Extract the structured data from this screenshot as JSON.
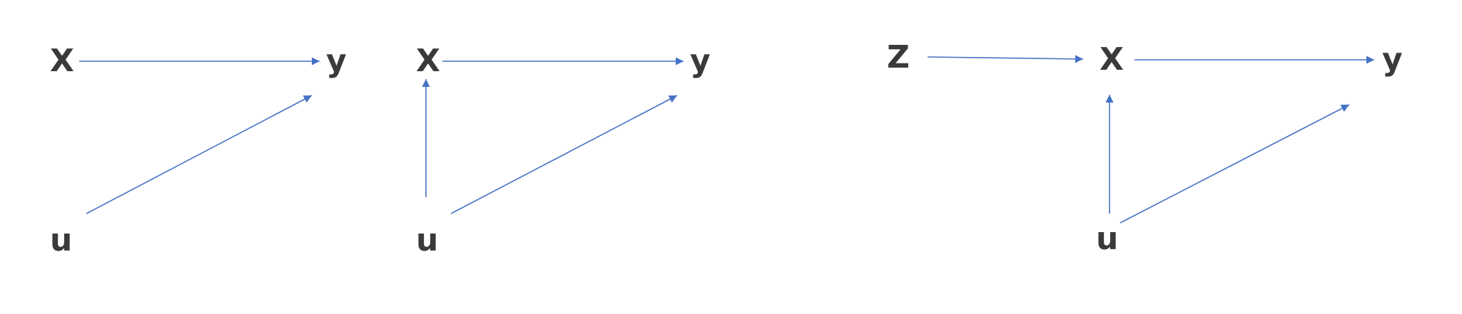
{
  "diagrams": [
    {
      "nodes": {
        "x": "X",
        "y": "y",
        "u": "u"
      },
      "edges": [
        [
          "x",
          "y"
        ],
        [
          "u",
          "y"
        ]
      ]
    },
    {
      "nodes": {
        "x": "X",
        "y": "y",
        "u": "u"
      },
      "edges": [
        [
          "x",
          "y"
        ],
        [
          "u",
          "x"
        ],
        [
          "u",
          "y"
        ]
      ]
    },
    {
      "nodes": {
        "z": "Z",
        "x": "X",
        "y": "y",
        "u": "u"
      },
      "edges": [
        [
          "z",
          "x"
        ],
        [
          "x",
          "y"
        ],
        [
          "u",
          "x"
        ],
        [
          "u",
          "y"
        ]
      ]
    }
  ],
  "colors": {
    "edge": "#4472c4",
    "label": "#3a3a3a"
  }
}
